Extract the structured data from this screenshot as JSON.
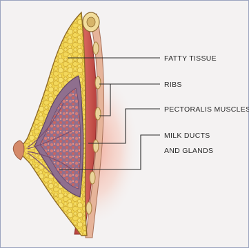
{
  "labels": {
    "fatty_tissue": "FATTY TISSUE",
    "ribs": "RIBS",
    "pectoralis": "PECTORALIS MUSCLES",
    "milk_ducts_line1": "MILK DUCTS",
    "milk_ducts_line2": "AND GLANDS"
  },
  "colors": {
    "background": "#f4f2f2",
    "fat": "#f0d24a",
    "fat_outline": "#b8922a",
    "gland": "#8f6f8e",
    "lobule": "#cf6b6b",
    "muscle": "#c9534d",
    "rib": "#e7c98a",
    "skin": "#d89a72",
    "leader_line": "#2a2a2a"
  }
}
